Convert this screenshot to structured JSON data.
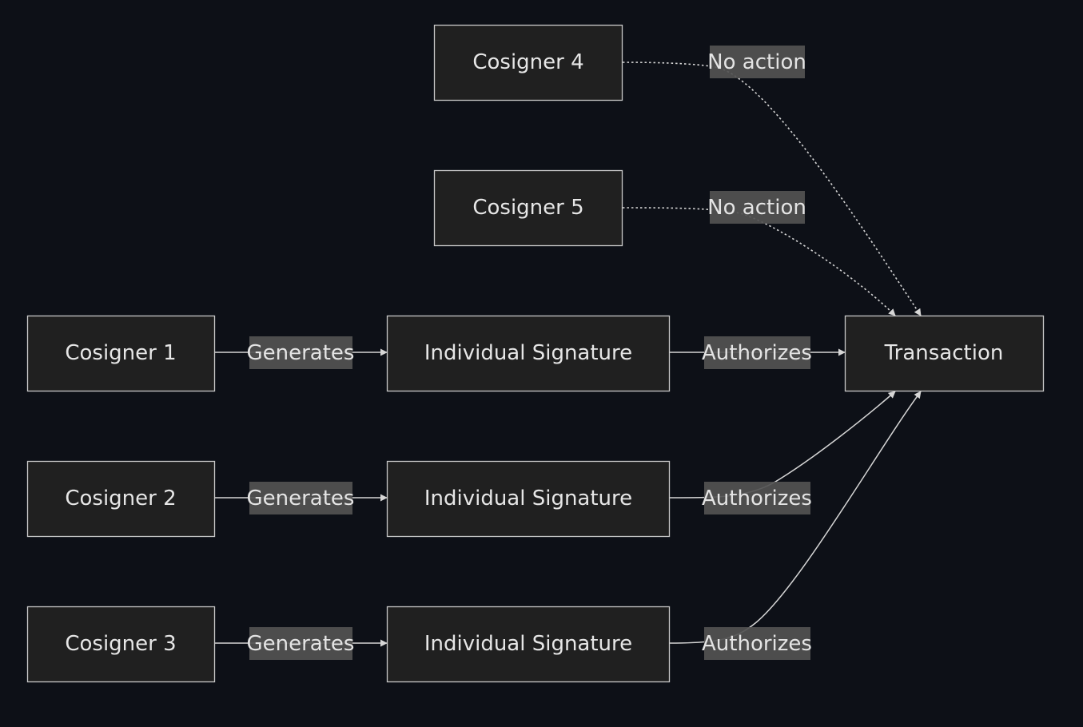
{
  "nodes": {
    "cosigner1": "Cosigner 1",
    "cosigner2": "Cosigner 2",
    "cosigner3": "Cosigner 3",
    "cosigner4": "Cosigner 4",
    "cosigner5": "Cosigner 5",
    "signature1": "Individual Signature",
    "signature2": "Individual Signature",
    "signature3": "Individual Signature",
    "transaction": "Transaction"
  },
  "edges": {
    "c1_sig": "Generates",
    "c2_sig": "Generates",
    "c3_sig": "Generates",
    "sig1_tx": "Authorizes",
    "sig2_tx": "Authorizes",
    "sig3_tx": "Authorizes",
    "c4_tx": "No action",
    "c5_tx": "No action"
  },
  "colors": {
    "background": "#0d1017",
    "node_fill": "#202020",
    "node_border": "#c8c8c8",
    "label_fill": "#525252",
    "text": "#e6e6e6"
  }
}
